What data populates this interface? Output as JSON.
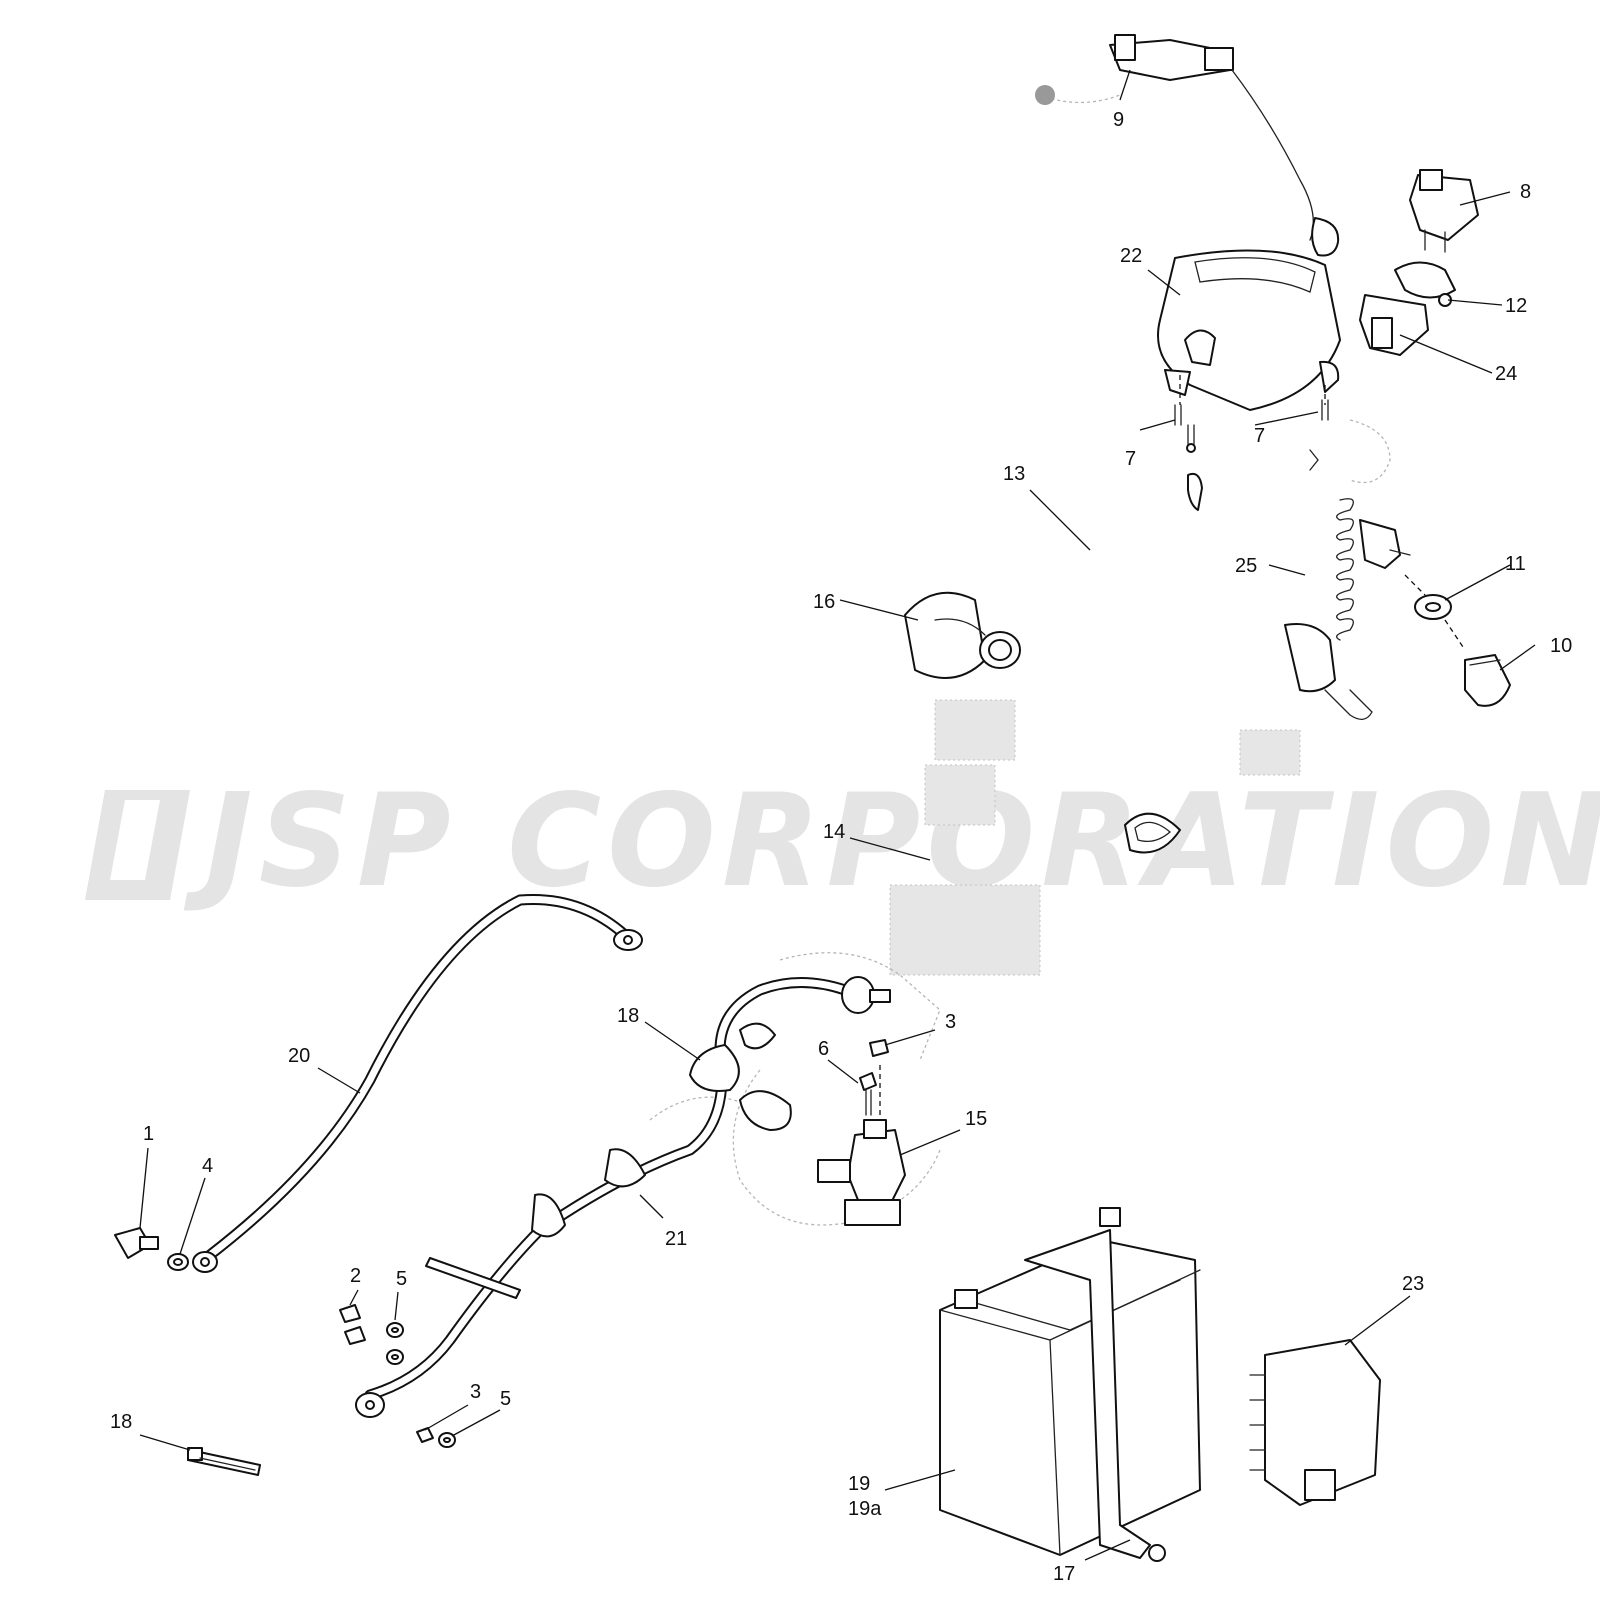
{
  "watermark": {
    "text": "JSP CORPORATION"
  },
  "callouts": {
    "c1": "1",
    "c2": "2",
    "c3a": "3",
    "c3b": "3",
    "c4": "4",
    "c5a": "5",
    "c5b": "5",
    "c6": "6",
    "c7a": "7",
    "c7b": "7",
    "c8": "8",
    "c9": "9",
    "c10": "10",
    "c11": "11",
    "c12": "12",
    "c13": "13",
    "c14": "14",
    "c15": "15",
    "c16": "16",
    "c17": "17",
    "c18a": "18",
    "c18b": "18",
    "c19": "19",
    "c19a": "19a",
    "c20": "20",
    "c21": "21",
    "c22": "22",
    "c23": "23",
    "c24": "24",
    "c25": "25"
  }
}
